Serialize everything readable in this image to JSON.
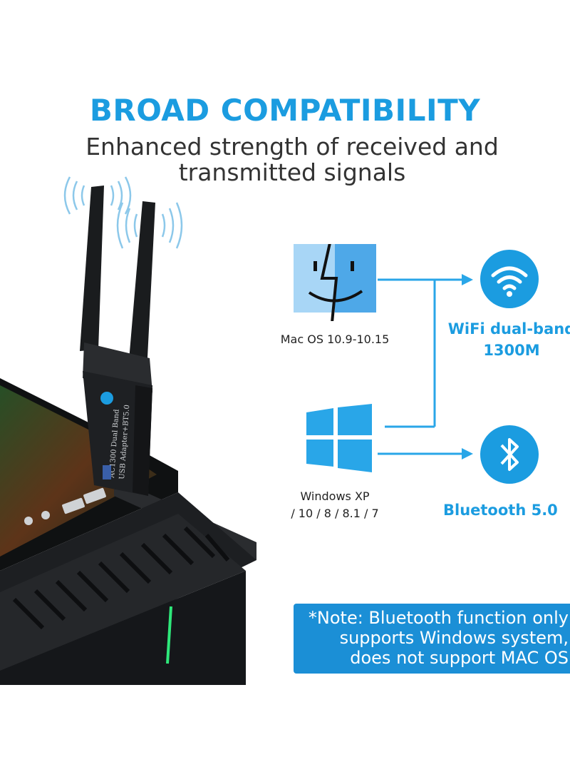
{
  "hero": {
    "headline": "BROAD COMPATIBILITY",
    "subline_1": "Enhanced strength of received and",
    "subline_2": "transmitted signals"
  },
  "adapter": {
    "model_label_1": "AC1300 Dual Band",
    "model_label_2": "USB Adapter+BT5.0"
  },
  "os": {
    "mac_label": "Mac OS 10.9-10.15",
    "windows_label_1": "Windows XP",
    "windows_label_2": "/ 10 / 8 / 8.1 / 7"
  },
  "features": {
    "wifi_1": "WiFi dual-band",
    "wifi_2": "1300M",
    "bluetooth": "Bluetooth 5.0"
  },
  "note": {
    "line_1": "*Note: Bluetooth function only",
    "line_2": "supports Windows system,",
    "line_3": "does not support MAC OS"
  },
  "colors": {
    "accent": "#1b9ce0",
    "note_bg": "#1b8fd6",
    "tower": "#1e2023"
  }
}
